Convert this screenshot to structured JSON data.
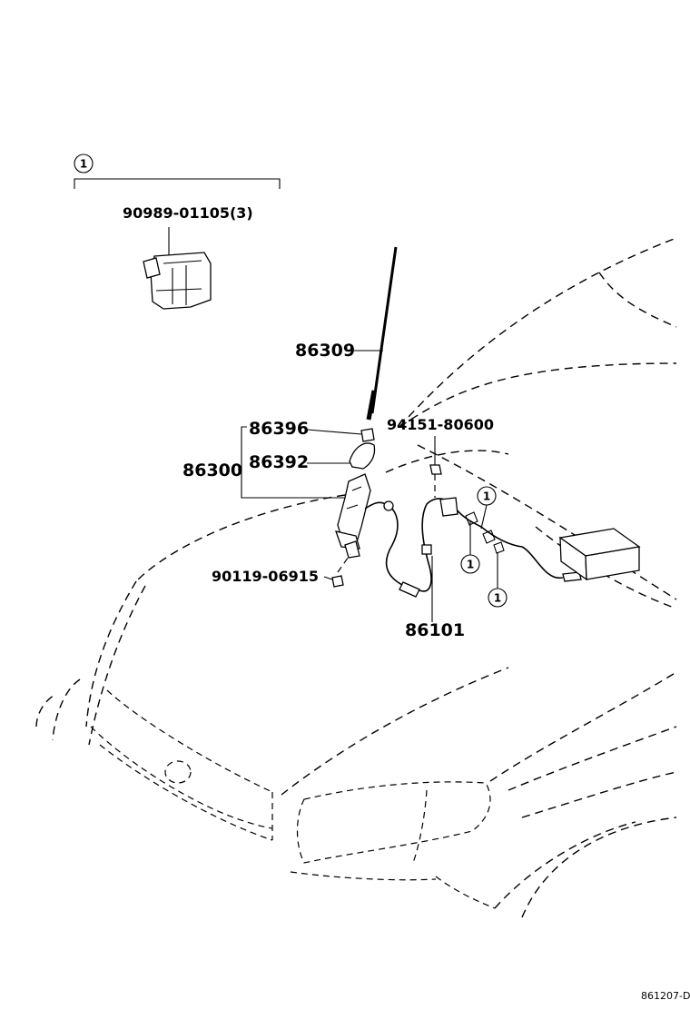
{
  "diagram": {
    "callouts": {
      "clip_group_marker": "1",
      "clip_part": "90989-01105(3)",
      "rod": "86309",
      "cap": "86396",
      "assembly": "86300",
      "pad": "86392",
      "screw": "90119-06915",
      "nut": "94151-80600",
      "cable": "86101",
      "clip_ref_a": "1",
      "clip_ref_b": "1",
      "clip_ref_c": "1"
    },
    "figure_code": "861207-D"
  }
}
